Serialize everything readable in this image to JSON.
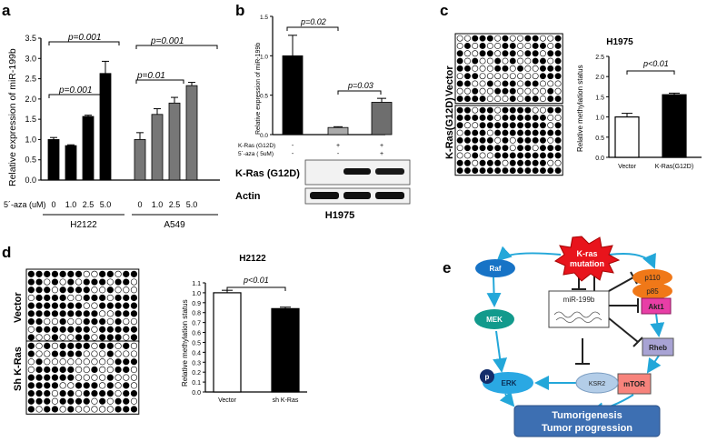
{
  "panels": {
    "a": "a",
    "b": "b",
    "c": "c",
    "d": "d",
    "e": "e"
  },
  "panel_a": {
    "ylabel": "Relative expression of miR-199b",
    "xrow_label": "5´-aza (uM)",
    "ticks_y": [
      "0.0",
      "0.5",
      "1.0",
      "1.5",
      "2.0",
      "2.5",
      "3.0",
      "3.5"
    ],
    "dose_labels": [
      "0",
      "1.0",
      "2.5",
      "5.0",
      "0",
      "1.0",
      "2.5",
      "5.0"
    ],
    "groups": [
      "H2122",
      "A549"
    ],
    "pvalues": [
      "p=0.001",
      "p=0.001",
      "p=0.001",
      "p=0.01"
    ]
  },
  "panel_b": {
    "ylabel": "Relative expression of miR-199b",
    "ticks_y": [
      "0.0",
      "0.5",
      "1.0",
      "1.5"
    ],
    "pvalues": [
      "p=0.02",
      "p=0.03"
    ],
    "row1_label": "K-Ras (G12D)",
    "row2_label": "5´-aza ( 5uM)",
    "row1_vals": [
      "-",
      "+",
      "+"
    ],
    "row2_vals": [
      "-",
      "-",
      "+"
    ],
    "blot1": "K-Ras (G12D)",
    "blot2": "Actin",
    "cell": "H1975"
  },
  "panel_c": {
    "title": "H1975",
    "ylabel": "Relative methylation status",
    "ticks_y": [
      "0.0",
      "0.5",
      "1.0",
      "1.5",
      "2.0",
      "2.5"
    ],
    "pvalue": "p<0.01",
    "categories": [
      "Vector",
      "K-Ras(G12D)"
    ],
    "row_labels": [
      "Vector",
      "K-Ras(G12D)"
    ]
  },
  "panel_d": {
    "title": "H2122",
    "ylabel": "Relative methylation status",
    "ticks_y": [
      "0.0",
      "0.1",
      "0.2",
      "0.3",
      "0.4",
      "0.5",
      "0.6",
      "0.7",
      "0.8",
      "0.9",
      "1.0",
      "1.1"
    ],
    "pvalue": "p<0.01",
    "categories": [
      "Vector",
      "sh K-Ras"
    ],
    "row_labels": [
      "Vector",
      "Sh K-Ras"
    ]
  },
  "panel_e": {
    "kras1": "K-ras",
    "kras2": "mutation",
    "raf": "Raf",
    "mek": "MEK",
    "erk": "ERK",
    "p": "p",
    "p110": "p110",
    "p85": "p85",
    "akt": "Akt1",
    "rheb": "Rheb",
    "mtor": "mTOR",
    "ksr2": "KSR2",
    "mir": "miR-199b",
    "out1": "Tumorigenesis",
    "out2": "Tumor progression"
  },
  "chart_data": [
    {
      "panel": "a",
      "type": "bar",
      "categories": [
        "H2122 0",
        "H2122 1.0",
        "H2122 2.5",
        "H2122 5.0",
        "A549 0",
        "A549 1.0",
        "A549 2.5",
        "A549 5.0"
      ],
      "values": [
        1.0,
        0.85,
        1.57,
        2.63,
        1.0,
        1.62,
        1.9,
        2.33
      ],
      "errors": [
        0.05,
        0.02,
        0.03,
        0.3,
        0.17,
        0.14,
        0.14,
        0.08
      ],
      "ylabel": "Relative expression of miR-199b",
      "ylim": [
        0,
        3.5
      ],
      "colors": [
        "#000000",
        "#000000",
        "#000000",
        "#000000",
        "#777777",
        "#777777",
        "#777777",
        "#777777"
      ]
    },
    {
      "panel": "b",
      "type": "bar",
      "categories": [
        "-/-",
        "+/-",
        "+/+"
      ],
      "values": [
        1.0,
        0.09,
        0.41
      ],
      "errors": [
        0.26,
        0.01,
        0.05
      ],
      "ylabel": "Relative expression of miR-199b",
      "ylim": [
        0,
        1.5
      ],
      "colors": [
        "#000000",
        "#aaaaaa",
        "#6e6e6e"
      ]
    },
    {
      "panel": "c",
      "type": "bar",
      "categories": [
        "Vector",
        "K-Ras(G12D)"
      ],
      "values": [
        1.0,
        1.55
      ],
      "errors": [
        0.09,
        0.04
      ],
      "title": "H1975",
      "ylabel": "Relative methylation status",
      "ylim": [
        0,
        2.5
      ],
      "colors": [
        "#ffffff",
        "#000000"
      ]
    },
    {
      "panel": "d",
      "type": "bar",
      "categories": [
        "Vector",
        "sh K-Ras"
      ],
      "values": [
        1.0,
        0.84
      ],
      "errors": [
        0.025,
        0.015
      ],
      "title": "H2122",
      "ylabel": "Relative methylation status",
      "ylim": [
        0,
        1.1
      ],
      "colors": [
        "#ffffff",
        "#000000"
      ]
    }
  ]
}
